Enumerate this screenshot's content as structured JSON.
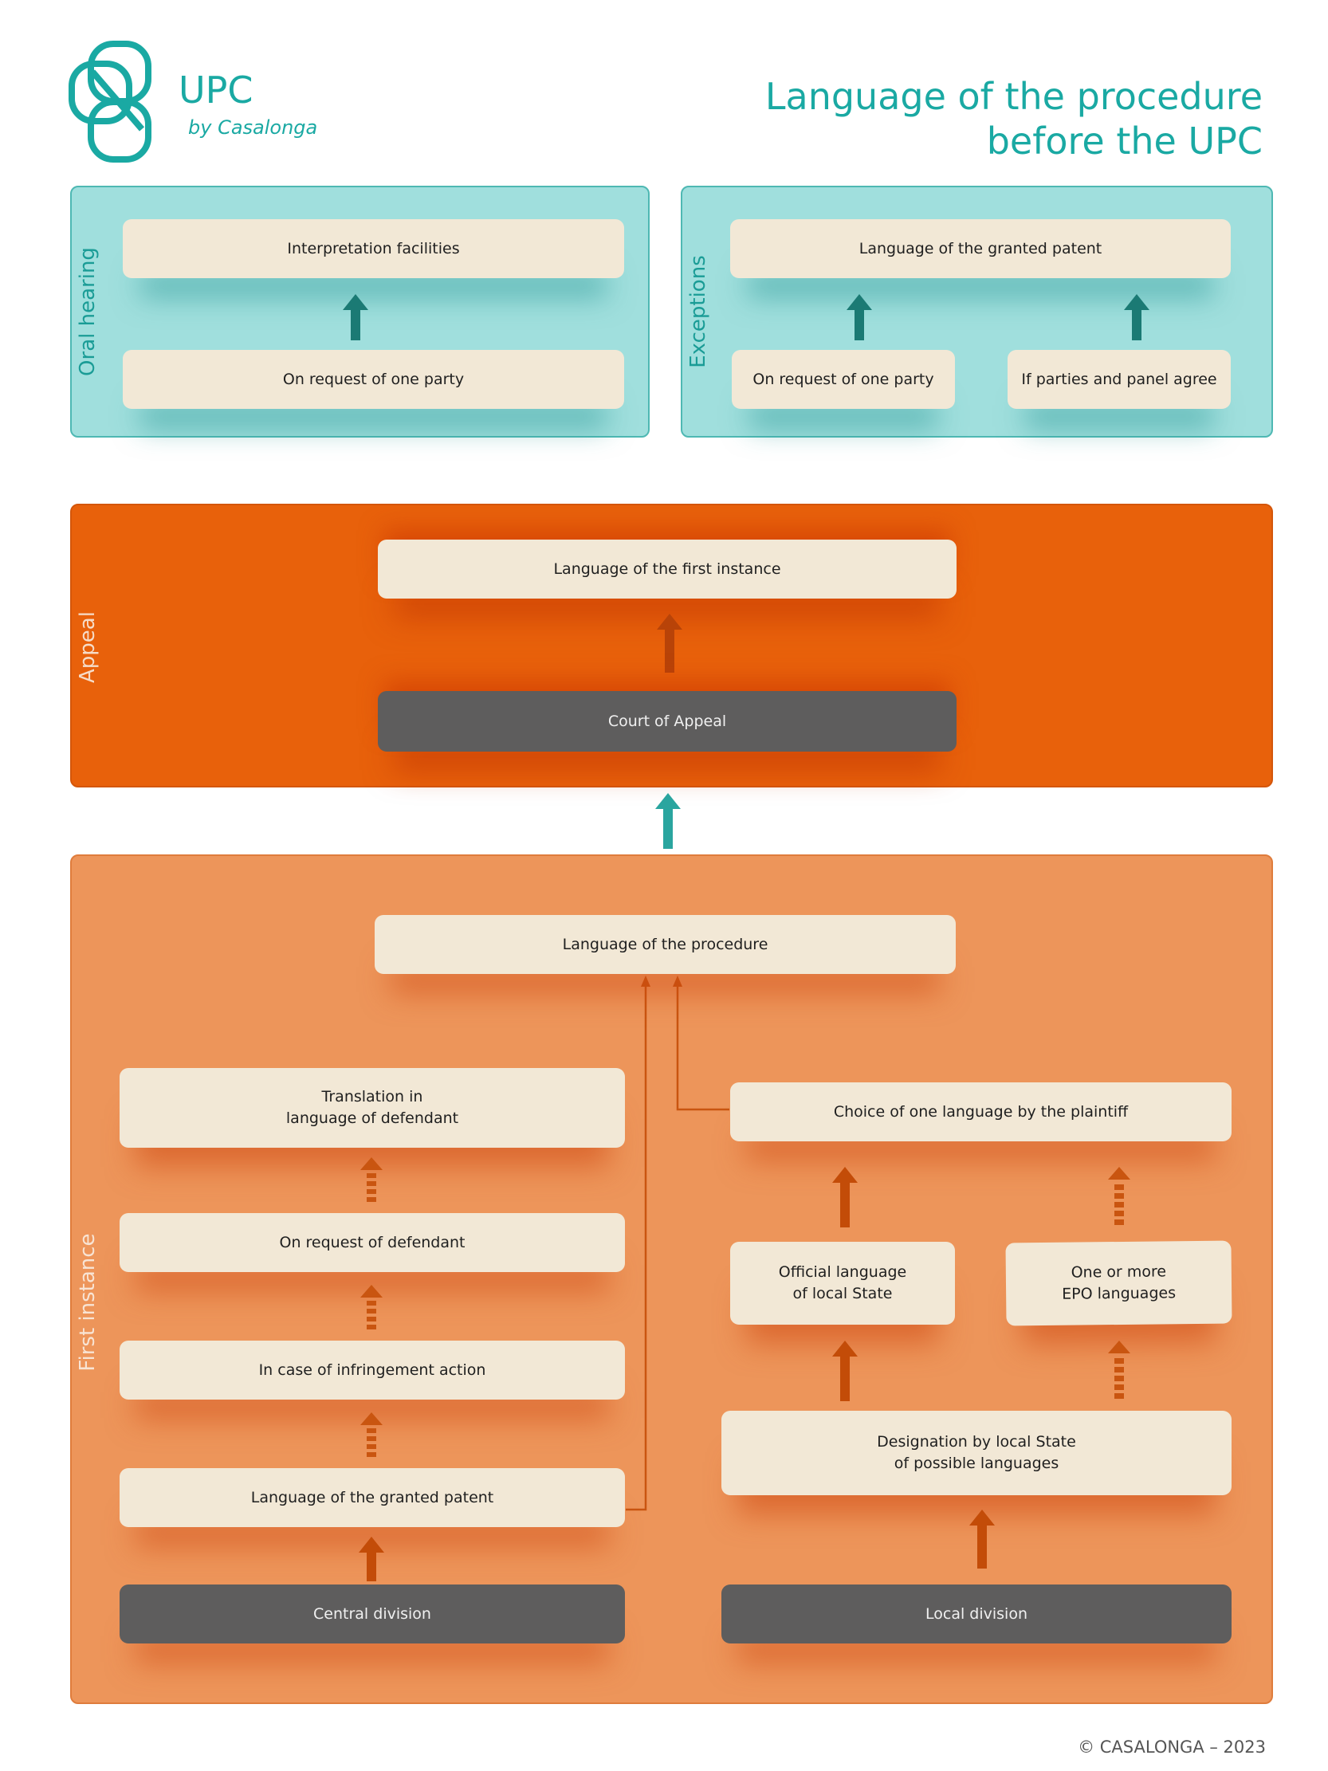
{
  "logo": {
    "name": "UPC",
    "tagline": "by Casalonga"
  },
  "title": {
    "line1": "Language of the procedure",
    "line2": "before the UPC"
  },
  "oral_hearing": {
    "label": "Oral hearing",
    "top": "Interpretation facilities",
    "bottom": "On request of one party"
  },
  "exceptions": {
    "label": "Exceptions",
    "top": "Language of the granted patent",
    "left": "On request of one party",
    "right": "If parties and panel agree"
  },
  "appeal": {
    "label": "Appeal",
    "top": "Language of the first instance",
    "bottom": "Court of Appeal"
  },
  "first_instance": {
    "label": "First instance",
    "procedure": "Language of the procedure",
    "translation": "Translation in\nlanguage of defendant",
    "request_defendant": "On request of defendant",
    "infringement": "In case of infringement action",
    "granted_patent": "Language of the granted patent",
    "central": "Central division",
    "choice": "Choice of one language by the plaintiff",
    "official": "Official language\nof local State",
    "epo": "One or more\nEPO languages",
    "designation": "Designation by local State\nof possible languages",
    "local": "Local division"
  },
  "footer": "© CASALONGA – 2023",
  "colors": {
    "teal": "#1aa9a3",
    "teal_panel": "#a0dfdd",
    "appeal_panel": "#e8610b",
    "first_panel": "#ed955a",
    "box": "#f2e8d6",
    "dark_box": "#5e5d5d",
    "arrow_teal": "#1b7a74",
    "arrow_orange": "#c34c08"
  }
}
